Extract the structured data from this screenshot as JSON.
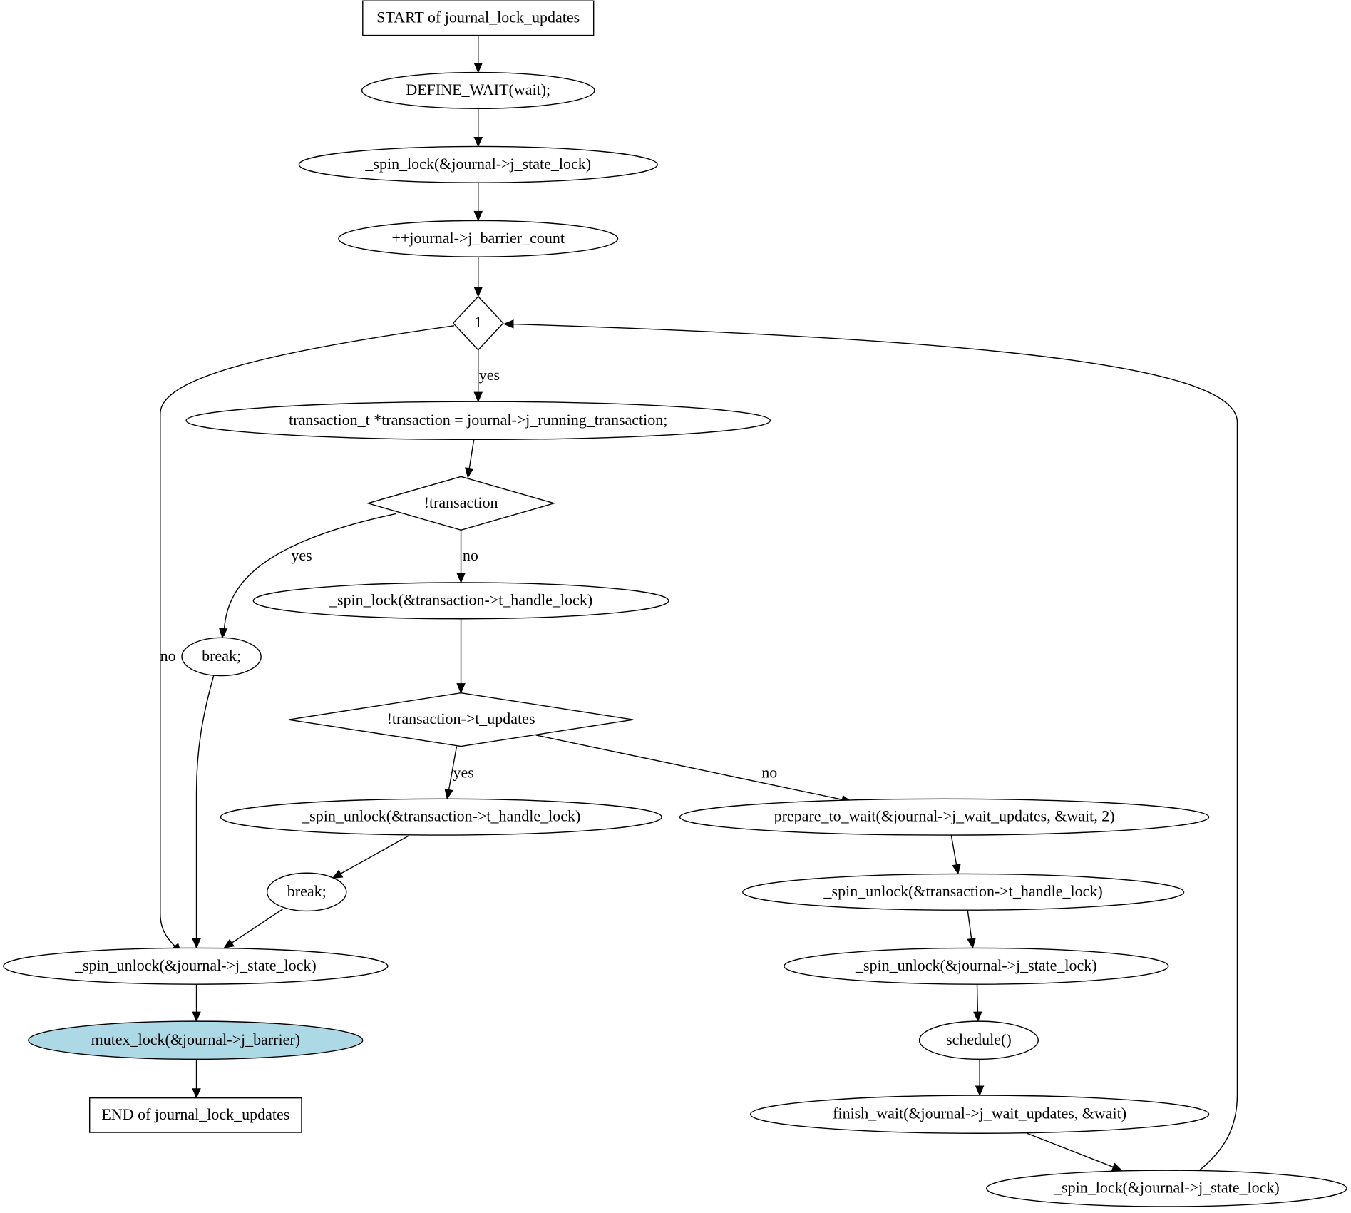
{
  "diagram": {
    "nodes": [
      {
        "id": "start",
        "shape": "box",
        "label": "START of journal_lock_updates"
      },
      {
        "id": "define_wait",
        "shape": "ellipse",
        "label": "DEFINE_WAIT(wait);"
      },
      {
        "id": "spin_lock_state",
        "shape": "ellipse",
        "label": "_spin_lock(&journal->j_state_lock)"
      },
      {
        "id": "barrier_count",
        "shape": "ellipse",
        "label": "++journal->j_barrier_count"
      },
      {
        "id": "loop_cond",
        "shape": "diamond",
        "label": "1"
      },
      {
        "id": "transaction",
        "shape": "ellipse",
        "label": "transaction_t *transaction = journal->j_running_transaction;"
      },
      {
        "id": "not_transaction",
        "shape": "diamond",
        "label": "!transaction"
      },
      {
        "id": "break1",
        "shape": "ellipse",
        "label": "break;"
      },
      {
        "id": "spin_lock_handle",
        "shape": "ellipse",
        "label": "_spin_lock(&transaction->t_handle_lock)"
      },
      {
        "id": "not_updates",
        "shape": "diamond",
        "label": "!transaction->t_updates"
      },
      {
        "id": "spin_unlock_handle_a",
        "shape": "ellipse",
        "label": "_spin_unlock(&transaction->t_handle_lock)"
      },
      {
        "id": "prepare_wait",
        "shape": "ellipse",
        "label": "prepare_to_wait(&journal->j_wait_updates, &wait, 2)"
      },
      {
        "id": "break2",
        "shape": "ellipse",
        "label": "break;"
      },
      {
        "id": "spin_unlock_handle_b",
        "shape": "ellipse",
        "label": "_spin_unlock(&transaction->t_handle_lock)"
      },
      {
        "id": "spin_unlock_state_a",
        "shape": "ellipse",
        "label": "_spin_unlock(&journal->j_state_lock)"
      },
      {
        "id": "spin_unlock_state_b",
        "shape": "ellipse",
        "label": "_spin_unlock(&journal->j_state_lock)"
      },
      {
        "id": "mutex_lock",
        "shape": "ellipse",
        "label": "mutex_lock(&journal->j_barrier)",
        "fill": "#add8e6"
      },
      {
        "id": "schedule",
        "shape": "ellipse",
        "label": "schedule()"
      },
      {
        "id": "end",
        "shape": "box",
        "label": "END of journal_lock_updates"
      },
      {
        "id": "finish_wait",
        "shape": "ellipse",
        "label": "finish_wait(&journal->j_wait_updates, &wait)"
      },
      {
        "id": "spin_lock_state_2",
        "shape": "ellipse",
        "label": "_spin_lock(&journal->j_state_lock)"
      }
    ],
    "edges": [
      {
        "from": "start",
        "to": "define_wait",
        "label": ""
      },
      {
        "from": "define_wait",
        "to": "spin_lock_state",
        "label": ""
      },
      {
        "from": "spin_lock_state",
        "to": "barrier_count",
        "label": ""
      },
      {
        "from": "barrier_count",
        "to": "loop_cond",
        "label": ""
      },
      {
        "from": "loop_cond",
        "to": "transaction",
        "label": "yes"
      },
      {
        "from": "loop_cond",
        "to": "spin_unlock_state_a",
        "label": "no"
      },
      {
        "from": "transaction",
        "to": "not_transaction",
        "label": ""
      },
      {
        "from": "not_transaction",
        "to": "break1",
        "label": "yes"
      },
      {
        "from": "not_transaction",
        "to": "spin_lock_handle",
        "label": "no"
      },
      {
        "from": "break1",
        "to": "spin_unlock_state_a",
        "label": ""
      },
      {
        "from": "spin_lock_handle",
        "to": "not_updates",
        "label": ""
      },
      {
        "from": "not_updates",
        "to": "spin_unlock_handle_a",
        "label": "yes"
      },
      {
        "from": "not_updates",
        "to": "prepare_wait",
        "label": "no"
      },
      {
        "from": "spin_unlock_handle_a",
        "to": "break2",
        "label": ""
      },
      {
        "from": "break2",
        "to": "spin_unlock_state_a",
        "label": ""
      },
      {
        "from": "spin_unlock_state_a",
        "to": "mutex_lock",
        "label": ""
      },
      {
        "from": "mutex_lock",
        "to": "end",
        "label": ""
      },
      {
        "from": "prepare_wait",
        "to": "spin_unlock_handle_b",
        "label": ""
      },
      {
        "from": "spin_unlock_handle_b",
        "to": "spin_unlock_state_b",
        "label": ""
      },
      {
        "from": "spin_unlock_state_b",
        "to": "schedule",
        "label": ""
      },
      {
        "from": "schedule",
        "to": "finish_wait",
        "label": ""
      },
      {
        "from": "finish_wait",
        "to": "spin_lock_state_2",
        "label": ""
      },
      {
        "from": "spin_lock_state_2",
        "to": "loop_cond",
        "label": ""
      }
    ]
  }
}
